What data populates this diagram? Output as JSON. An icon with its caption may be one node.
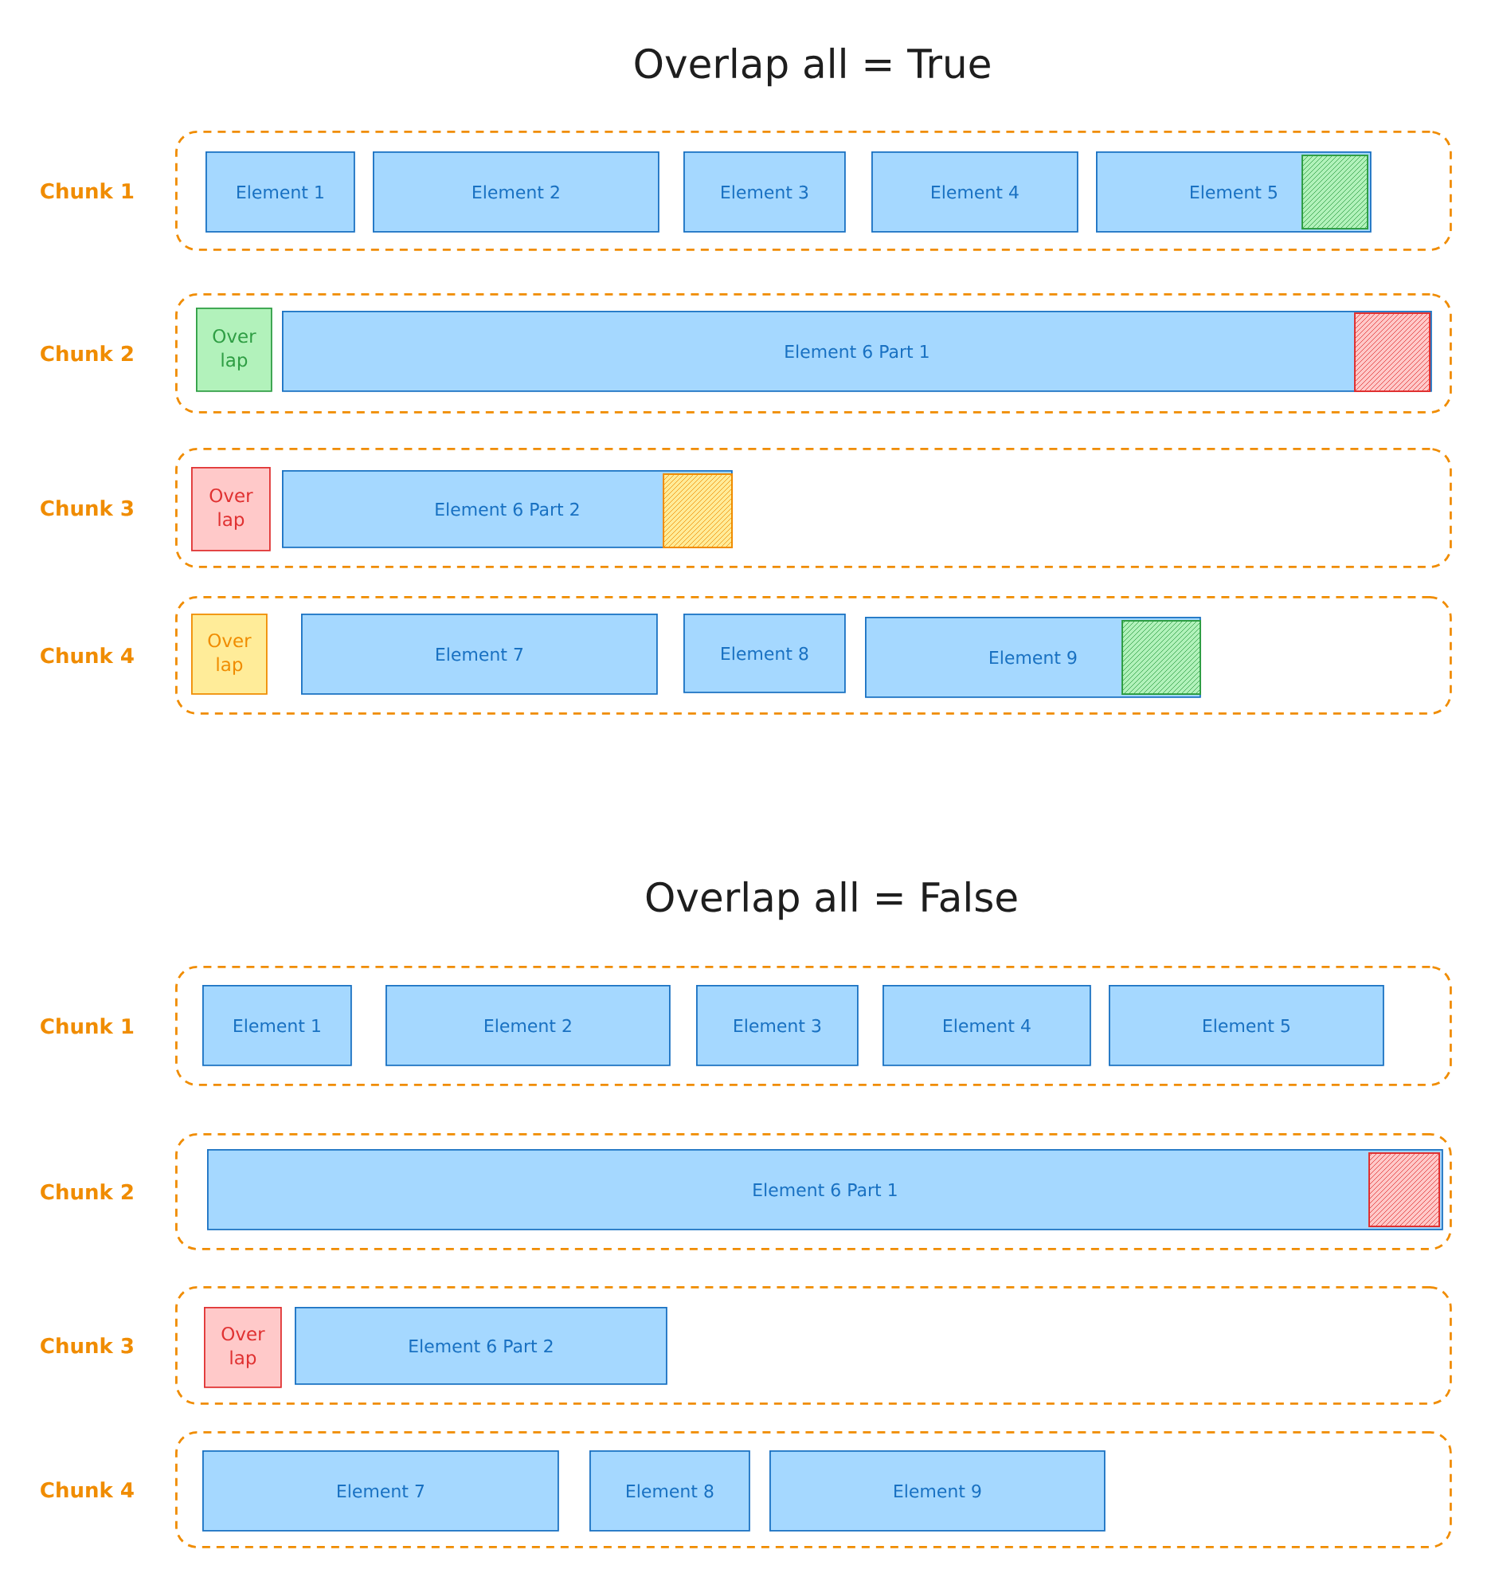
{
  "diagram": {
    "nodes": [
      {
        "text": [],
        "shape": "box",
        "beside": [
          "Chunk 1"
        ]
      },
      {
        "text": [
          "Element 1"
        ],
        "in": 0
      },
      {
        "text": [
          "Element 2"
        ],
        "in": 0
      },
      {
        "text": [
          "Element 3"
        ],
        "in": 0
      },
      {
        "text": [
          "Element 4"
        ],
        "in": 0
      },
      {
        "text": [
          "Element 5"
        ],
        "in": 0
      },
      {
        "text": [],
        "shape": "box",
        "in": 5
      },
      {
        "text": [],
        "shape": "box",
        "beside": [
          "Chunk 2"
        ]
      },
      {
        "text": [
          "Over lap"
        ],
        "in": 7
      },
      {
        "text": [
          "Element 6 Part 1"
        ],
        "in": 7
      },
      {
        "text": [],
        "shape": "box",
        "in": 9
      },
      {
        "text": [],
        "shape": "box",
        "beside": [
          "Chunk 3"
        ]
      },
      {
        "text": [
          "Over lap"
        ],
        "in": 11
      },
      {
        "text": [
          "Element 6 Part 2"
        ],
        "in": 11
      },
      {
        "text": [],
        "shape": "box",
        "in": 13
      },
      {
        "text": [],
        "shape": "box",
        "beside": [
          "Chunk 4"
        ]
      },
      {
        "text": [
          "Over lap"
        ],
        "in": 15
      },
      {
        "text": [
          "Element 7"
        ],
        "in": 15
      },
      {
        "text": [
          "Element 8"
        ],
        "in": 15
      },
      {
        "text": [
          "Element 9"
        ],
        "in": 15
      },
      {
        "text": [],
        "shape": "box",
        "in": 19
      },
      {
        "text": [],
        "shape": "box",
        "beside": [
          "Chunk 1"
        ]
      },
      {
        "text": [
          "Element 1"
        ],
        "in": 21
      },
      {
        "text": [
          "Element 2"
        ],
        "in": 21
      },
      {
        "text": [
          "Element 3"
        ],
        "in": 21
      },
      {
        "text": [
          "Element 4"
        ],
        "in": 21
      },
      {
        "text": [
          "Element 5"
        ],
        "in": 21
      },
      {
        "text": [],
        "shape": "box",
        "beside": [
          "Chunk 2"
        ]
      },
      {
        "text": [
          "Element 6 Part 1"
        ],
        "in": 27
      },
      {
        "text": [],
        "shape": "box",
        "in": 28
      },
      {
        "text": [],
        "shape": "box",
        "beside": [
          "Chunk 3"
        ]
      },
      {
        "text": [
          "Over lap"
        ],
        "in": 30
      },
      {
        "text": [
          "Element 6 Part 2"
        ],
        "in": 30
      },
      {
        "text": [],
        "shape": "box",
        "beside": [
          "Chunk 4"
        ]
      },
      {
        "text": [
          "Element 7"
        ],
        "in": 33
      },
      {
        "text": [
          "Element 8"
        ],
        "in": 33
      },
      {
        "text": [
          "Element 9"
        ],
        "in": 33
      }
    ],
    "labels": [
      "Overlap all = True",
      "Overlap all = False"
    ]
  }
}
